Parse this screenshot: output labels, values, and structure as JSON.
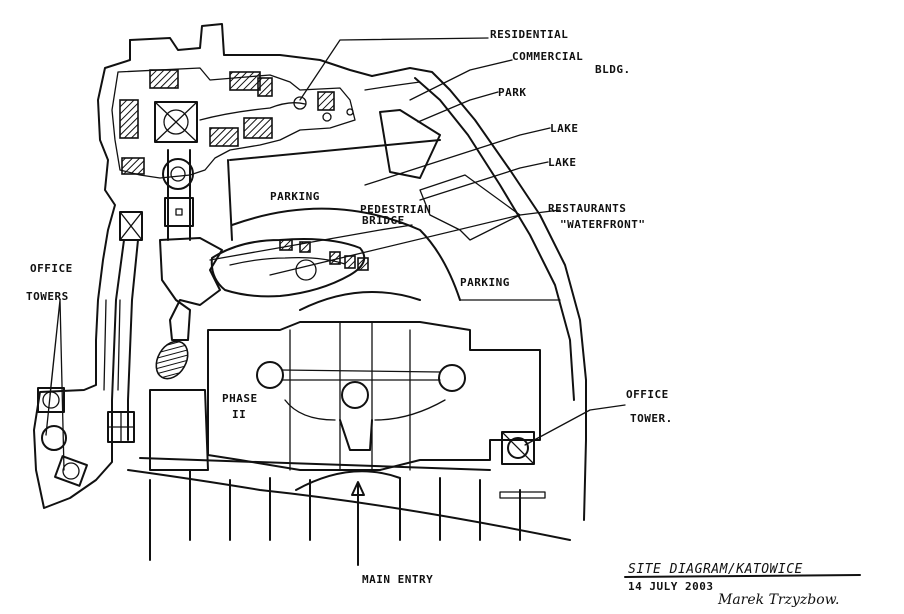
{
  "labels": {
    "residential": "RESIDENTIAL",
    "commercial_line1": "COMMERCIAL",
    "commercial_line2": "BLDG.",
    "park": "PARK",
    "lake1": "LAKE",
    "lake2": "LAKE",
    "restaurants_line1": "RESTAURANTS",
    "restaurants_line2": "\"WATERFRONT\"",
    "parking_upper": "PARKING",
    "pedestrian_line1": "PEDESTRIAN",
    "pedestrian_line2": "BRIDGE",
    "parking_lower": "PARKING",
    "office_towers_line1": "OFFICE",
    "office_towers_line2": "TOWERS",
    "phase_line1": "PHASE",
    "phase_line2": "II",
    "office_tower_line1": "OFFICE",
    "office_tower_line2": "TOWER.",
    "main_entry": "MAIN ENTRY"
  },
  "title_block": {
    "title": "SITE DIAGRAM/KATOWICE",
    "date": "14 JULY 2003",
    "signature": "Marek Trzyzbow."
  }
}
